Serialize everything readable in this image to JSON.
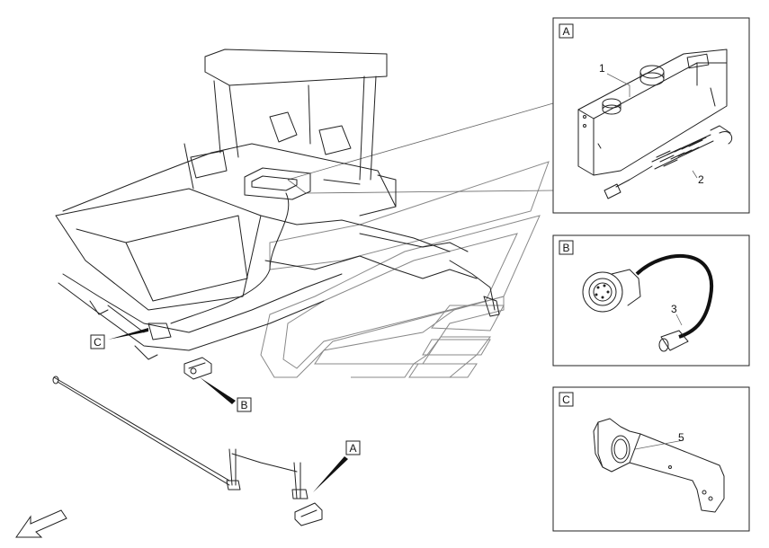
{
  "callouts": {
    "A": "A",
    "B": "B",
    "C": "C"
  },
  "detail_panels": [
    {
      "label": "A",
      "parts": [
        "1",
        "2"
      ]
    },
    {
      "label": "B",
      "parts": [
        "3"
      ]
    },
    {
      "label": "C",
      "parts": [
        "5"
      ]
    }
  ],
  "icons": {
    "direction_arrow": "arrow-down-left-icon"
  }
}
